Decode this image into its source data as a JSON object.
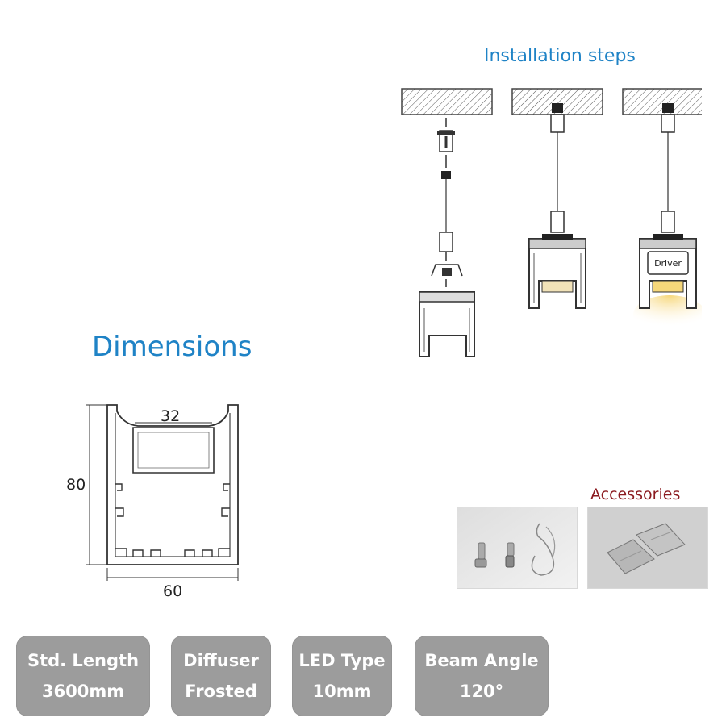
{
  "installation": {
    "title": "Installation steps",
    "driver_label": "Driver"
  },
  "dimensions": {
    "title": "Dimensions",
    "width_top": "32",
    "height": "80",
    "width_bottom": "60"
  },
  "accessories": {
    "title": "Accessories"
  },
  "specs": [
    {
      "name": "Std. Length",
      "value": "3600mm"
    },
    {
      "name": "Diffuser",
      "value": "Frosted"
    },
    {
      "name": "LED Type",
      "value": "10mm"
    },
    {
      "name": "Beam Angle",
      "value": "120°"
    }
  ],
  "colors": {
    "heading_blue": "#1f83c6",
    "accessories_red": "#8b1a1f",
    "card_gray": "#9c9c9c"
  }
}
